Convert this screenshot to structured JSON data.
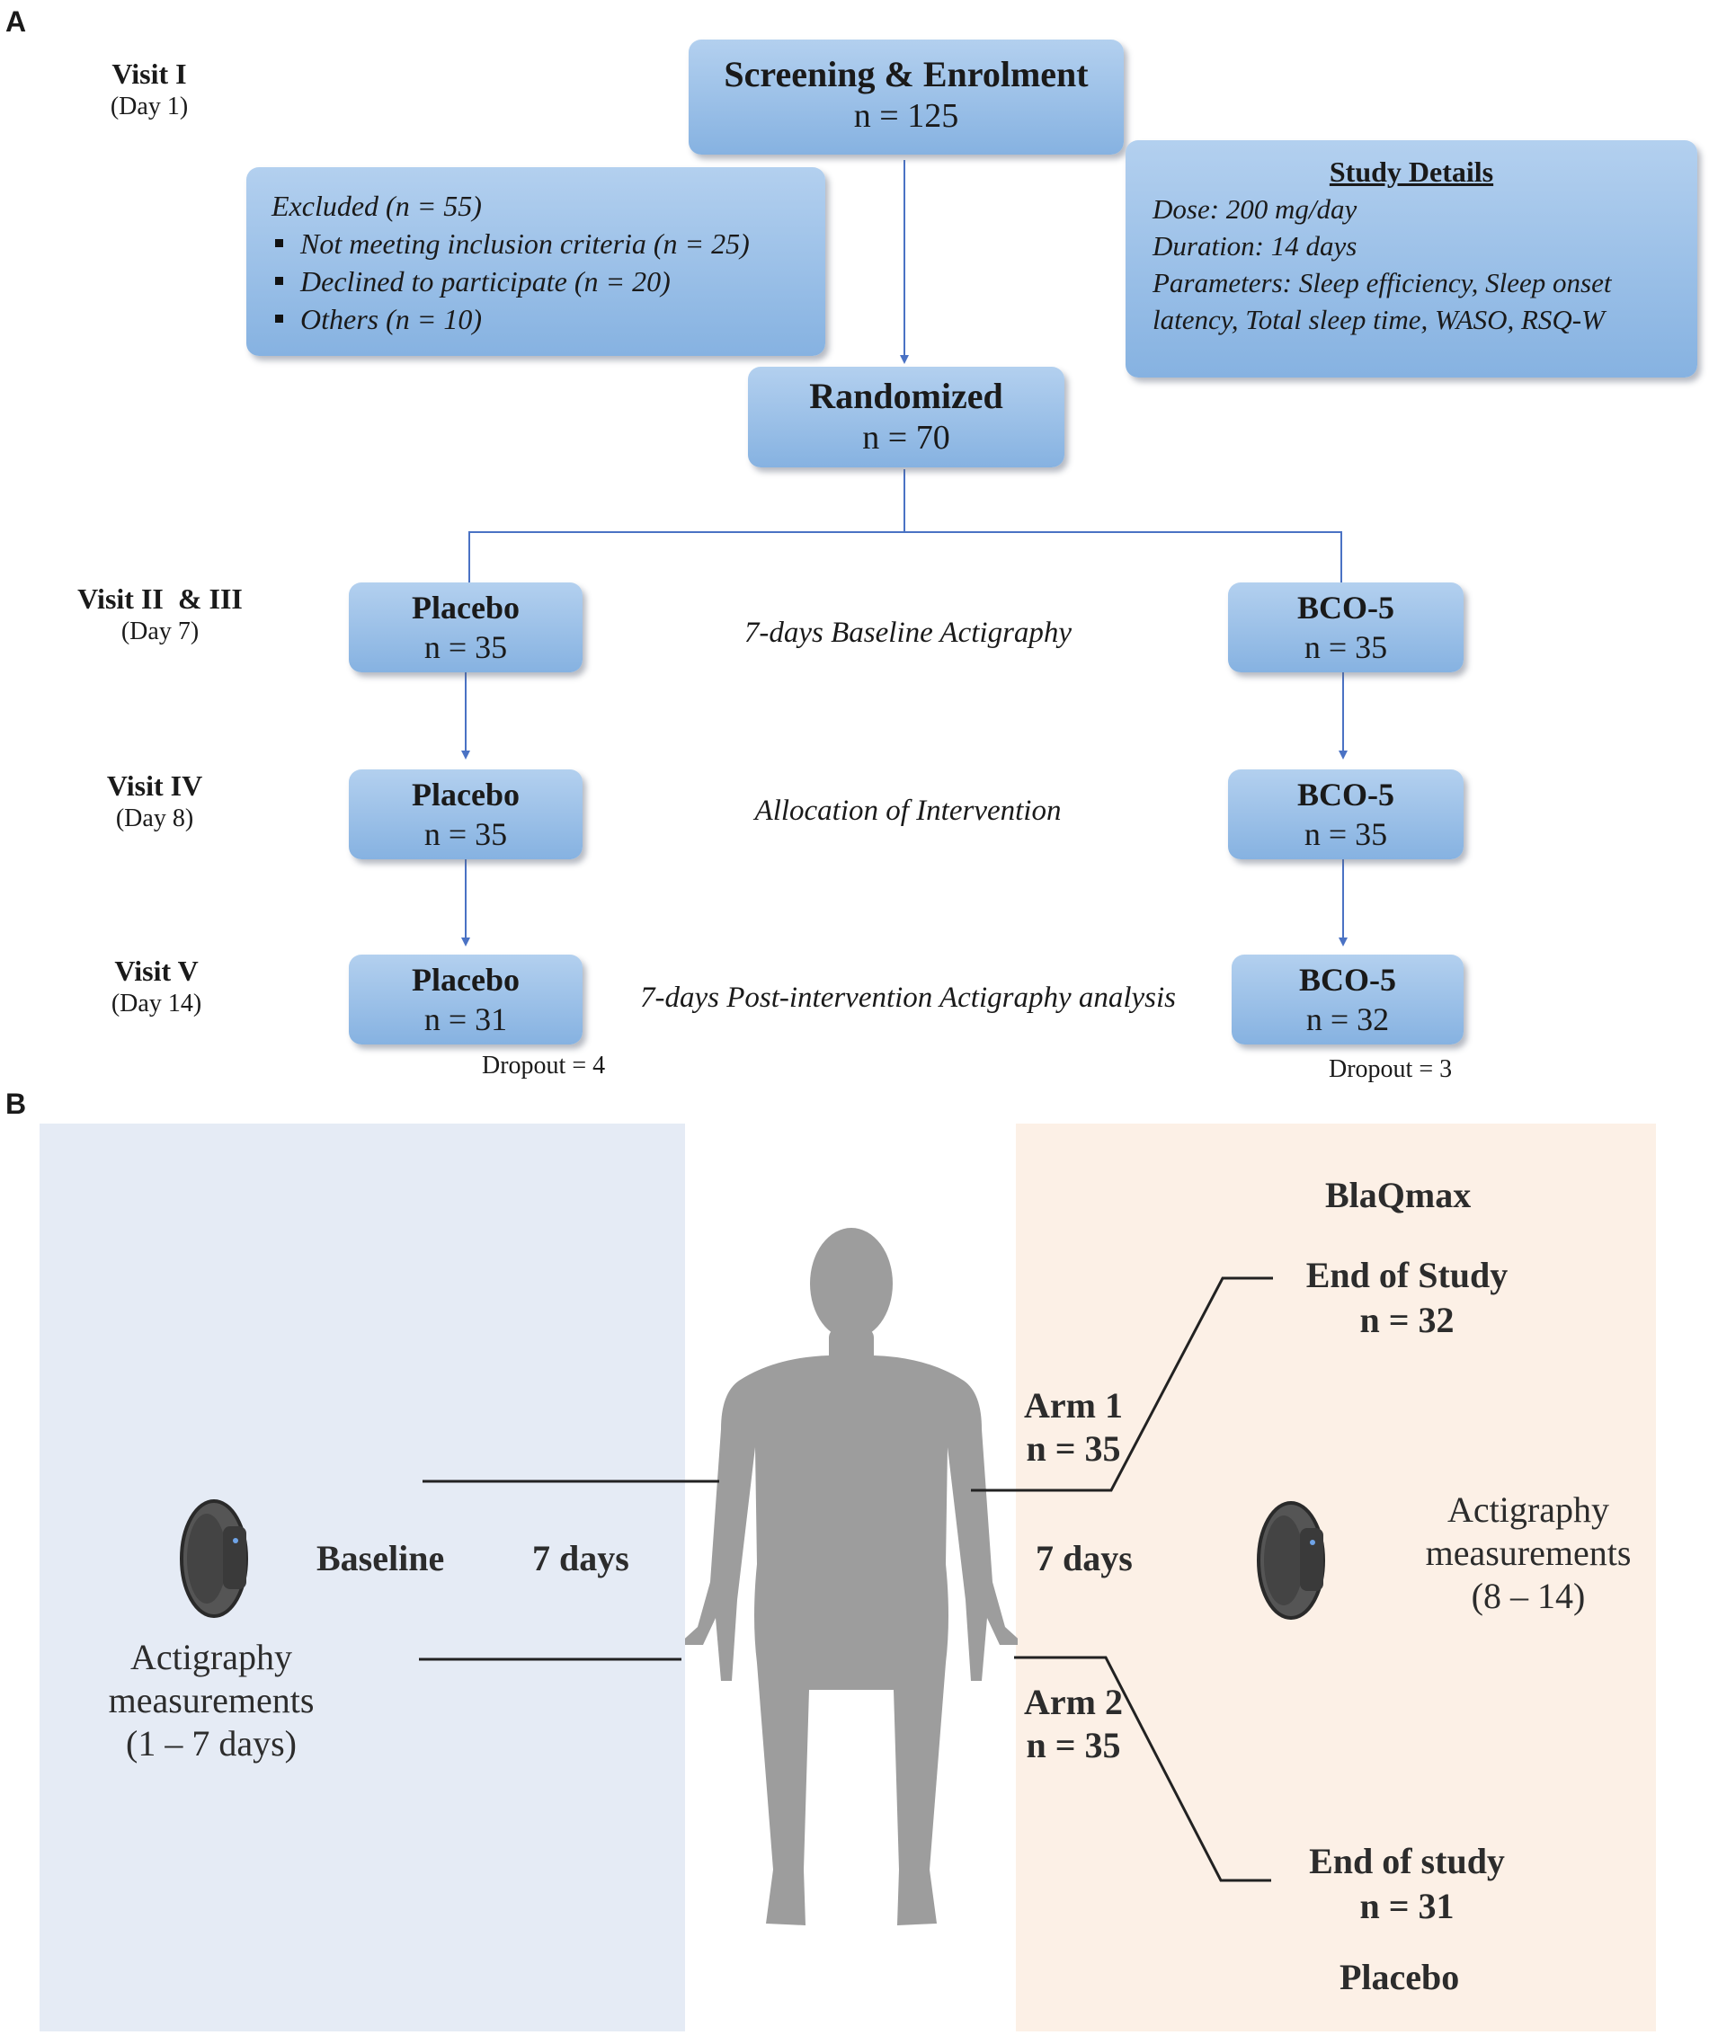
{
  "panel_a": {
    "letter": "A",
    "visits": [
      {
        "label": "Visit I",
        "day": "(Day 1)"
      },
      {
        "label": "Visit II  & III",
        "day": "(Day 7)"
      },
      {
        "label": "Visit IV",
        "day": "(Day 8)"
      },
      {
        "label": "Visit V",
        "day": "(Day 14)"
      }
    ],
    "screening": {
      "title": "Screening & Enrolment",
      "n": "n = 125"
    },
    "excluded": {
      "title": "Excluded (n = 55)",
      "items": [
        "Not meeting inclusion criteria (n = 25)",
        "Declined to participate (n = 20)",
        "Others (n = 10)"
      ]
    },
    "study_details": {
      "title": "Study Details",
      "dose": "Dose: 200 mg/day",
      "duration": "Duration: 14 days",
      "parameters_1": "Parameters: Sleep efficiency, Sleep onset",
      "parameters_2": "latency, Total sleep time, WASO, RSQ-W"
    },
    "randomized": {
      "title": "Randomized",
      "n": "n = 70"
    },
    "placebo": [
      {
        "name": "Placebo",
        "n": "n = 35"
      },
      {
        "name": "Placebo",
        "n": "n = 35"
      },
      {
        "name": "Placebo",
        "n": "n = 31"
      }
    ],
    "bco": [
      {
        "name": "BCO-5",
        "n": "n = 35"
      },
      {
        "name": "BCO-5",
        "n": "n = 35"
      },
      {
        "name": "BCO-5",
        "n": "n = 32"
      }
    ],
    "phases": [
      "7-days Baseline Actigraphy",
      "Allocation of Intervention",
      "7-days Post-intervention Actigraphy analysis"
    ],
    "dropout_placebo": "Dropout  = 4",
    "dropout_bco": "Dropout  = 3",
    "colors": {
      "box_light": "#b3d0ef",
      "box_dark": "#86b2e1",
      "arrow": "#4a72c4"
    }
  },
  "panel_b": {
    "letter": "B",
    "left": {
      "baseline": "Baseline",
      "days": "7 days",
      "measure_1": "Actigraphy",
      "measure_2": "measurements",
      "measure_3": "(1 – 7 days)"
    },
    "right": {
      "brand": "BlaQmax",
      "end1_label": "End of Study",
      "end1_n": "n = 32",
      "arm1_label": "Arm 1",
      "arm1_n": "n = 35",
      "days": "7 days",
      "measure_1": "Actigraphy",
      "measure_2": "measurements",
      "measure_3": "(8 – 14)",
      "arm2_label": "Arm 2",
      "arm2_n": "n = 35",
      "end2_label": "End of study",
      "end2_n": "n = 31",
      "placebo": "Placebo"
    },
    "colors": {
      "left_bg": "#e5ebf5",
      "right_bg": "#fcf0e6",
      "silhouette": "#9d9d9d",
      "band": "#3a3a3a"
    },
    "icons": [
      "human-silhouette-icon",
      "actigraphy-band-icon"
    ]
  }
}
